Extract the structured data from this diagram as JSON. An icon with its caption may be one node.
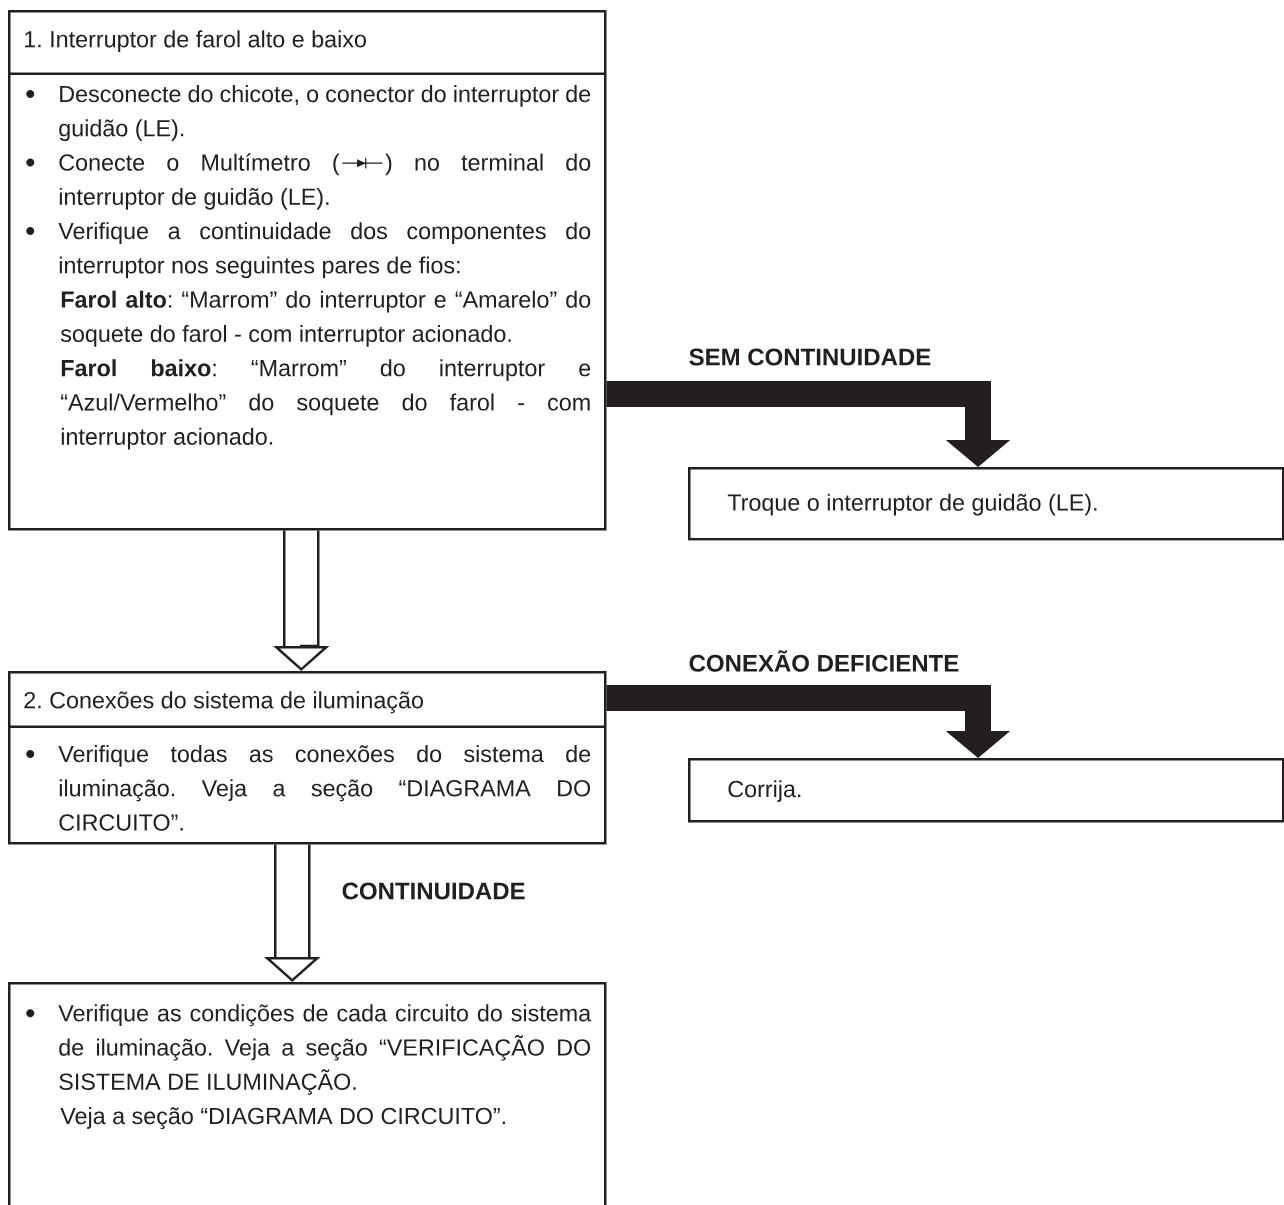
{
  "diagram": {
    "nodes": [
      {
        "text": [
          "1. Interruptor de farol alto e baixo",
          "Desconecte do chicote, o conector do interruptor de guidão (LE).",
          "Conecte o Multímetro (",
          ") no terminal do interruptor de guidão (LE).",
          "Verifique a continuidade dos componentes do interruptor nos seguintes pares de fios:",
          "**Farol alto**: “Marrom” do interruptor e “Amarelo” do soquete do farol - com interruptor acionado.",
          "**Farol baixo**: “Marrom” do interruptor e “Azul/Vermelho” do soquete do farol - com interruptor acionado."
        ]
      },
      {
        "text": [
          "Troque o interruptor de guidão (LE)."
        ]
      },
      {
        "text": [
          "2. Conexões do sistema de iluminação",
          "Verifique todas as conexões do sistema de iluminação. Veja a seção “DIAGRAMA DO CIRCUITO”."
        ]
      },
      {
        "text": [
          "Corrija."
        ]
      },
      {
        "text": [
          "Verifique as condições de cada circuito do sistema de iluminação. Veja a seção “VERIFICAÇÃO DO SISTEMA DE ILUMINAÇÃO.",
          "Veja a seção “DIAGRAMA DO CIRCUITO”."
        ]
      }
    ],
    "edges": [
      {
        "from": 0,
        "to": 1,
        "arrow": "to",
        "label": "SEM CONTINUIDADE",
        "style": "thick"
      },
      {
        "from": 0,
        "to": 2,
        "arrow": "to"
      },
      {
        "from": 2,
        "to": 3,
        "arrow": "to",
        "label": "CONEXÃO DEFICIENTE",
        "style": "thick"
      },
      {
        "from": 2,
        "to": 4,
        "arrow": "to",
        "label": "CONTINUIDADE"
      }
    ]
  }
}
